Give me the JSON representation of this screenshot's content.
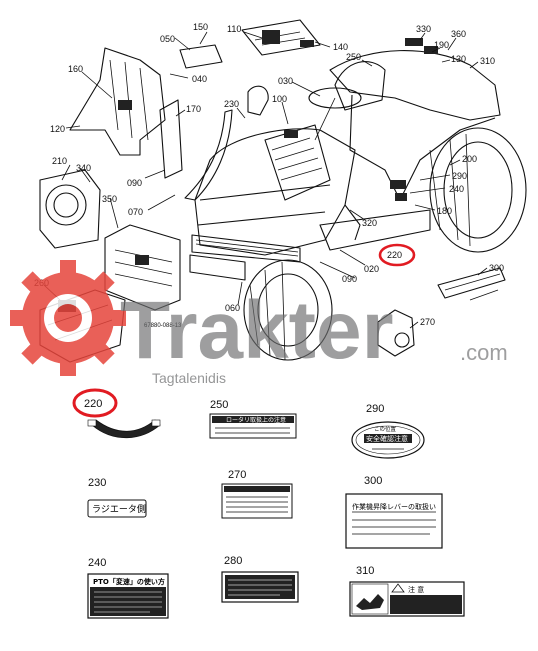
{
  "callouts": [
    {
      "key": "c150",
      "text": "150"
    },
    {
      "key": "c110",
      "text": "110"
    },
    {
      "key": "c050",
      "text": "050"
    },
    {
      "key": "c140",
      "text": "140"
    },
    {
      "key": "c330",
      "text": "330"
    },
    {
      "key": "c190",
      "text": "190"
    },
    {
      "key": "c360",
      "text": "360"
    },
    {
      "key": "c130",
      "text": "130"
    },
    {
      "key": "c310",
      "text": "310"
    },
    {
      "key": "c250",
      "text": "250"
    },
    {
      "key": "c030",
      "text": "030"
    },
    {
      "key": "c160",
      "text": "160"
    },
    {
      "key": "c040",
      "text": "040"
    },
    {
      "key": "c120",
      "text": "120"
    },
    {
      "key": "c230",
      "text": "230"
    },
    {
      "key": "c100",
      "text": "100"
    },
    {
      "key": "c170",
      "text": "170"
    },
    {
      "key": "c210",
      "text": "210"
    },
    {
      "key": "c340",
      "text": "340"
    },
    {
      "key": "c090a",
      "text": "090"
    },
    {
      "key": "c070",
      "text": "070"
    },
    {
      "key": "c350",
      "text": "350"
    },
    {
      "key": "c200",
      "text": "200"
    },
    {
      "key": "c290",
      "text": "290"
    },
    {
      "key": "c240",
      "text": "240"
    },
    {
      "key": "c180",
      "text": "180"
    },
    {
      "key": "c320",
      "text": "320"
    },
    {
      "key": "c220",
      "text": "220"
    },
    {
      "key": "c020",
      "text": "020"
    },
    {
      "key": "c090b",
      "text": "090"
    },
    {
      "key": "c300",
      "text": "300"
    },
    {
      "key": "c260",
      "text": "260"
    },
    {
      "key": "c060",
      "text": "060"
    },
    {
      "key": "c270",
      "text": "270"
    },
    {
      "key": "drawing_no",
      "text": "67880-088-13"
    }
  ],
  "watermark": {
    "brand": "Trakter",
    "suffix": ".com",
    "tagline": "Tagtalenidis",
    "color": "#e6453c"
  },
  "highlight_color": "#e11b22",
  "decals": {
    "d220": {
      "num": "220"
    },
    "d250": {
      "num": "250",
      "text": "ロータリ取扱上の注意"
    },
    "d290": {
      "num": "290",
      "top": "この位置",
      "main": "安全確認注意"
    },
    "d230": {
      "num": "230",
      "text": "ラジエータ側"
    },
    "d270": {
      "num": "270"
    },
    "d300": {
      "num": "300",
      "title": "作業機昇降レバーの取扱い"
    },
    "d240": {
      "num": "240",
      "title": "PTO「変速」の使い方"
    },
    "d280": {
      "num": "280"
    },
    "d310": {
      "num": "310",
      "title": "注 意"
    }
  }
}
